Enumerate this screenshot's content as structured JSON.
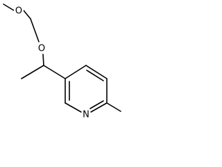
{
  "molecule": {
    "atoms": [
      {
        "id": "o1",
        "label": "O",
        "color": "#000000"
      },
      {
        "id": "o2",
        "label": "O",
        "color": "#000000"
      },
      {
        "id": "n1",
        "label": "N",
        "color": "#000000"
      }
    ]
  }
}
